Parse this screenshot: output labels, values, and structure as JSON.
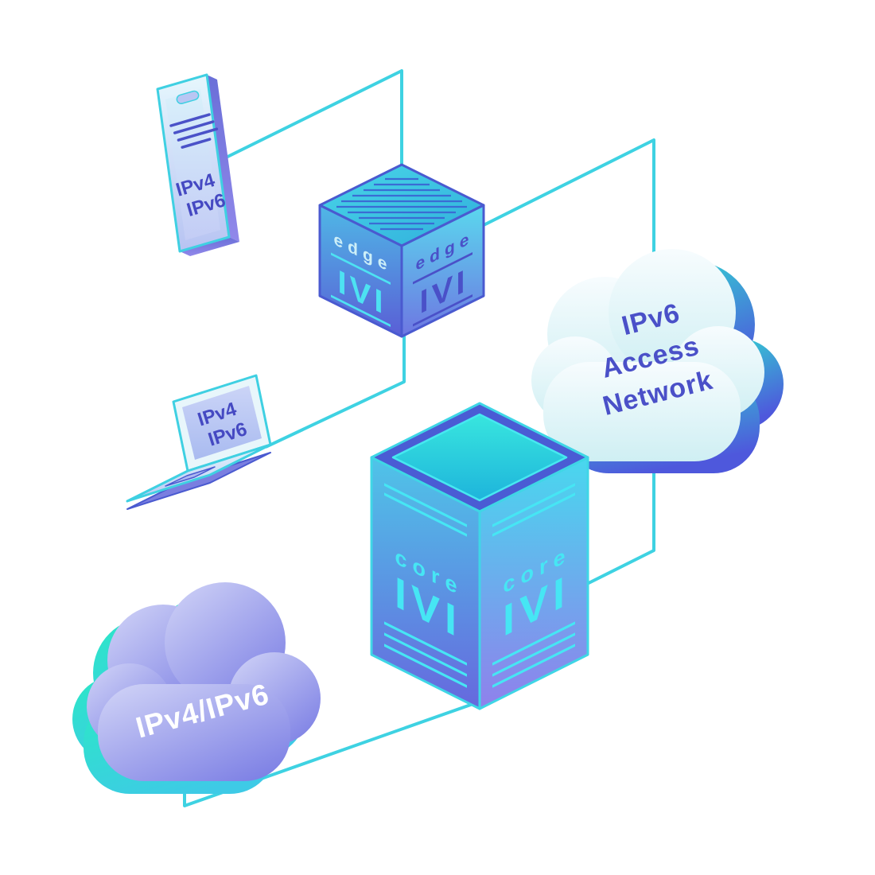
{
  "nodes": {
    "phone": {
      "lines": [
        "IPv4",
        "IPv6"
      ]
    },
    "laptop": {
      "lines": [
        "IPv4",
        "IPv6"
      ]
    },
    "edge_router": {
      "role": "edge",
      "device": "IVI"
    },
    "core_router": {
      "role": "core",
      "device": "IVI"
    },
    "ipv6_cloud": {
      "lines": [
        "IPv6",
        "Access",
        "Network"
      ]
    },
    "ipv4_ipv6_cloud": {
      "label": "IPv4/IPv6"
    }
  },
  "colors": {
    "link": "#3ED2E2",
    "indigo": "#4A50C8",
    "cyan": "#46E6F4",
    "teal_shadow": "#2BE8C6",
    "purple": "#7F82E5"
  }
}
